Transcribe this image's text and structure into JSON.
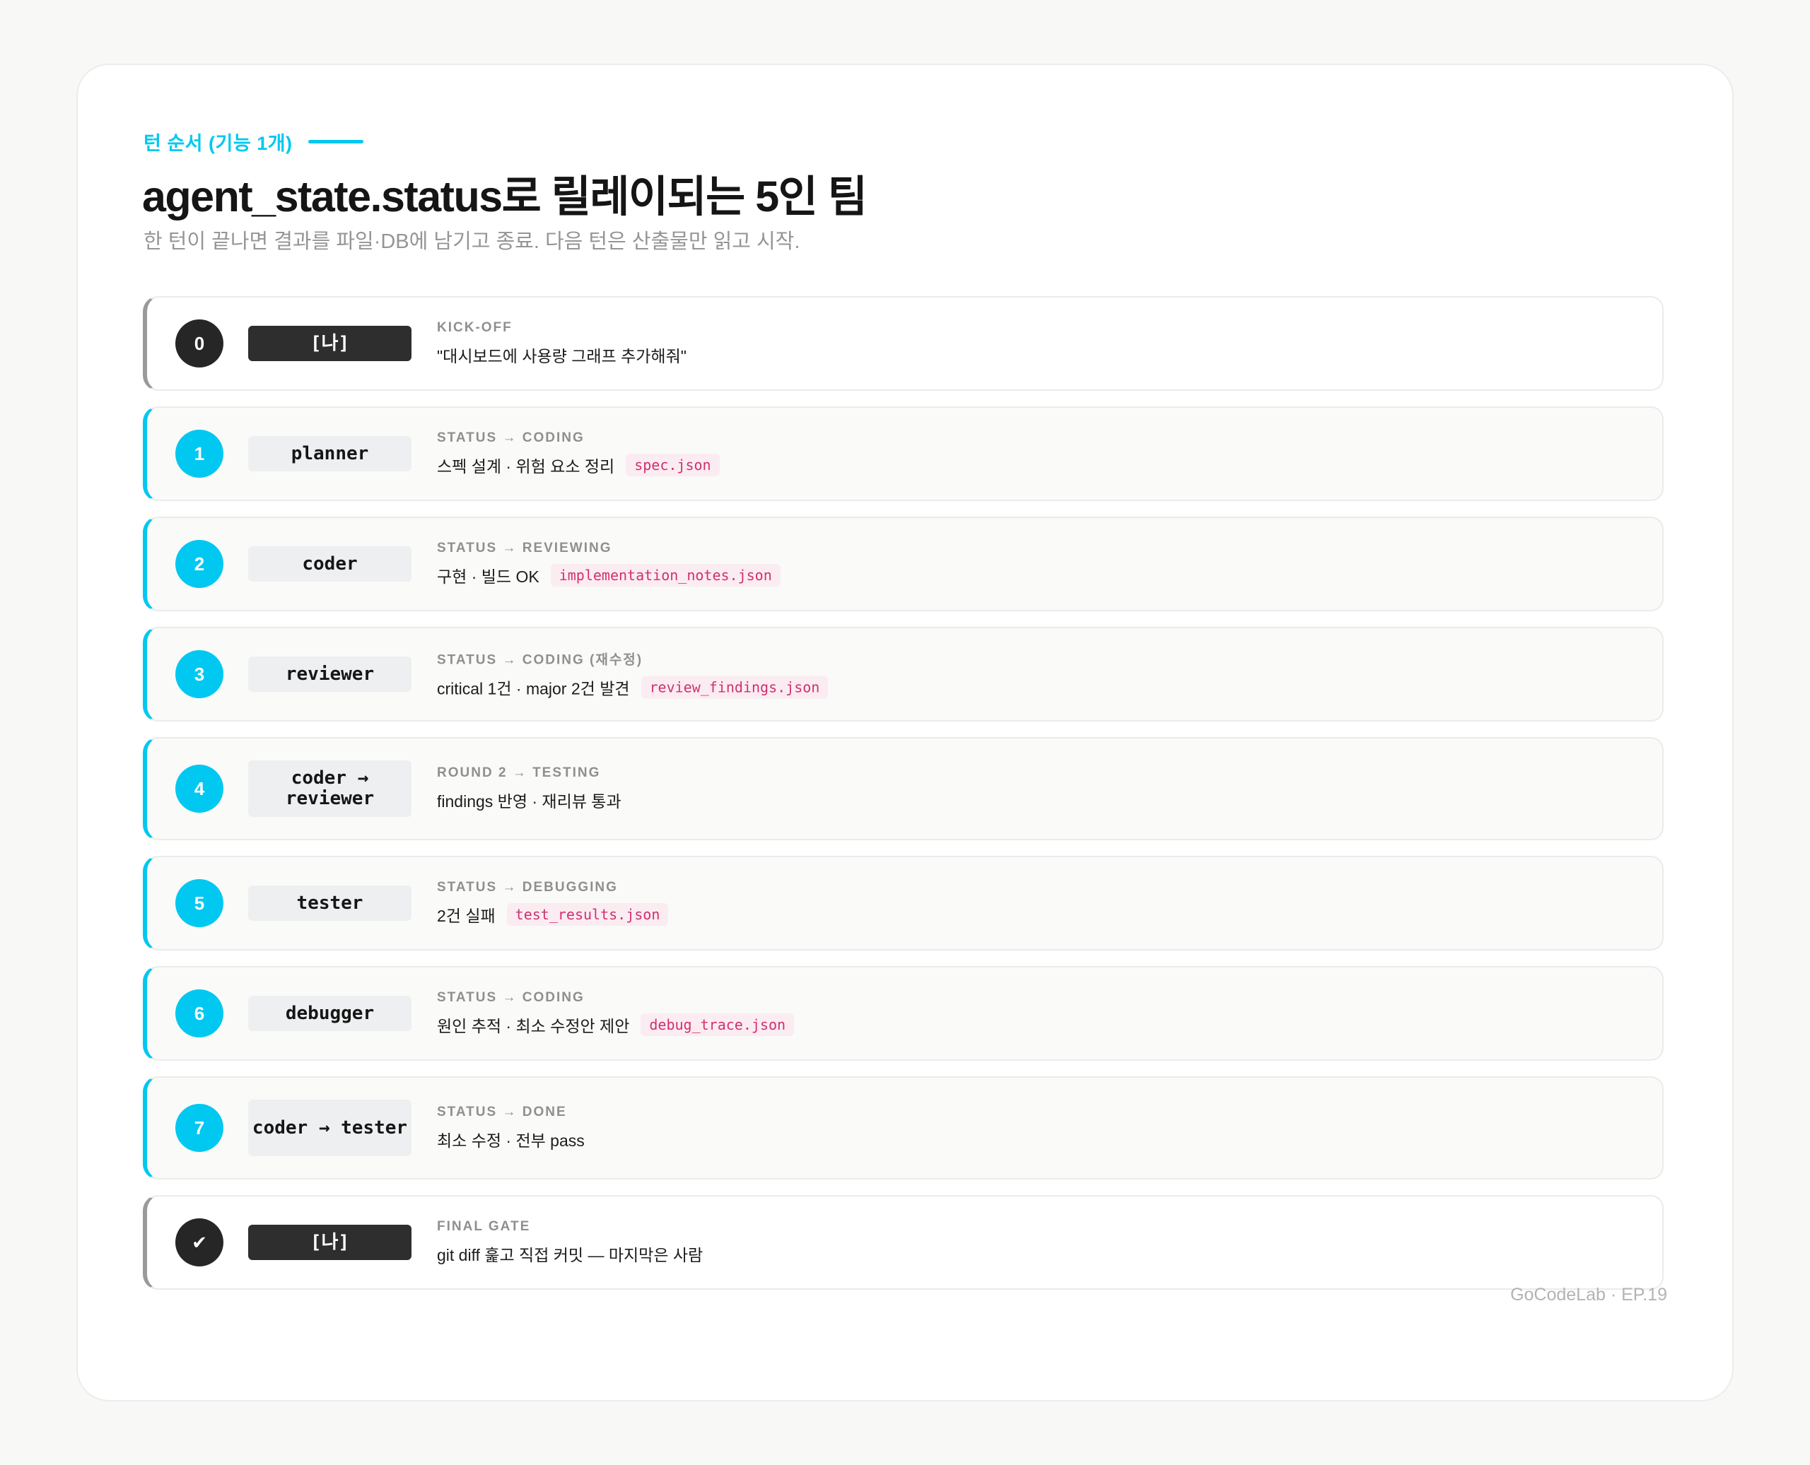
{
  "eyebrow": "턴 순서 (기능 1개)",
  "title": "agent_state.status로 릴레이되는 5인 팀",
  "subtitle": "한 턴이 끝나면 결과를 파일·DB에 남기고 종료. 다음 턴은 산출물만 읽고 시작.",
  "colors": {
    "accent": "#00c8f0",
    "human_badge": "#262626",
    "file_text": "#d0306f",
    "file_bg": "#fbecf2"
  },
  "rows": [
    {
      "badge": "0",
      "role": "[나]",
      "label": "KICK-OFF",
      "desc": "\"대시보드에 사용량 그래프 추가해줘\"",
      "file": ""
    },
    {
      "badge": "1",
      "role": "planner",
      "label": "STATUS → CODING",
      "desc": "스펙 설계 · 위험 요소 정리",
      "file": "spec.json"
    },
    {
      "badge": "2",
      "role": "coder",
      "label": "STATUS → REVIEWING",
      "desc": "구현 · 빌드 OK",
      "file": "implementation_notes.json"
    },
    {
      "badge": "3",
      "role": "reviewer",
      "label": "STATUS → CODING (재수정)",
      "desc": "critical 1건 · major 2건 발견",
      "file": "review_findings.json"
    },
    {
      "badge": "4",
      "role": "coder → reviewer",
      "label": "ROUND 2 → TESTING",
      "desc": "findings 반영 · 재리뷰 통과",
      "file": ""
    },
    {
      "badge": "5",
      "role": "tester",
      "label": "STATUS → DEBUGGING",
      "desc": "2건 실패",
      "file": "test_results.json"
    },
    {
      "badge": "6",
      "role": "debugger",
      "label": "STATUS → CODING",
      "desc": "원인 추적 · 최소 수정안 제안",
      "file": "debug_trace.json"
    },
    {
      "badge": "7",
      "role": "coder → tester",
      "label": "STATUS → DONE",
      "desc": "최소 수정 · 전부 pass",
      "file": ""
    },
    {
      "badge": "✔",
      "role": "[나]",
      "label": "FINAL GATE",
      "desc": "git diff 훑고 직접 커밋 — 마지막은 사람",
      "file": ""
    }
  ],
  "footer": "GoCodeLab · EP.19"
}
